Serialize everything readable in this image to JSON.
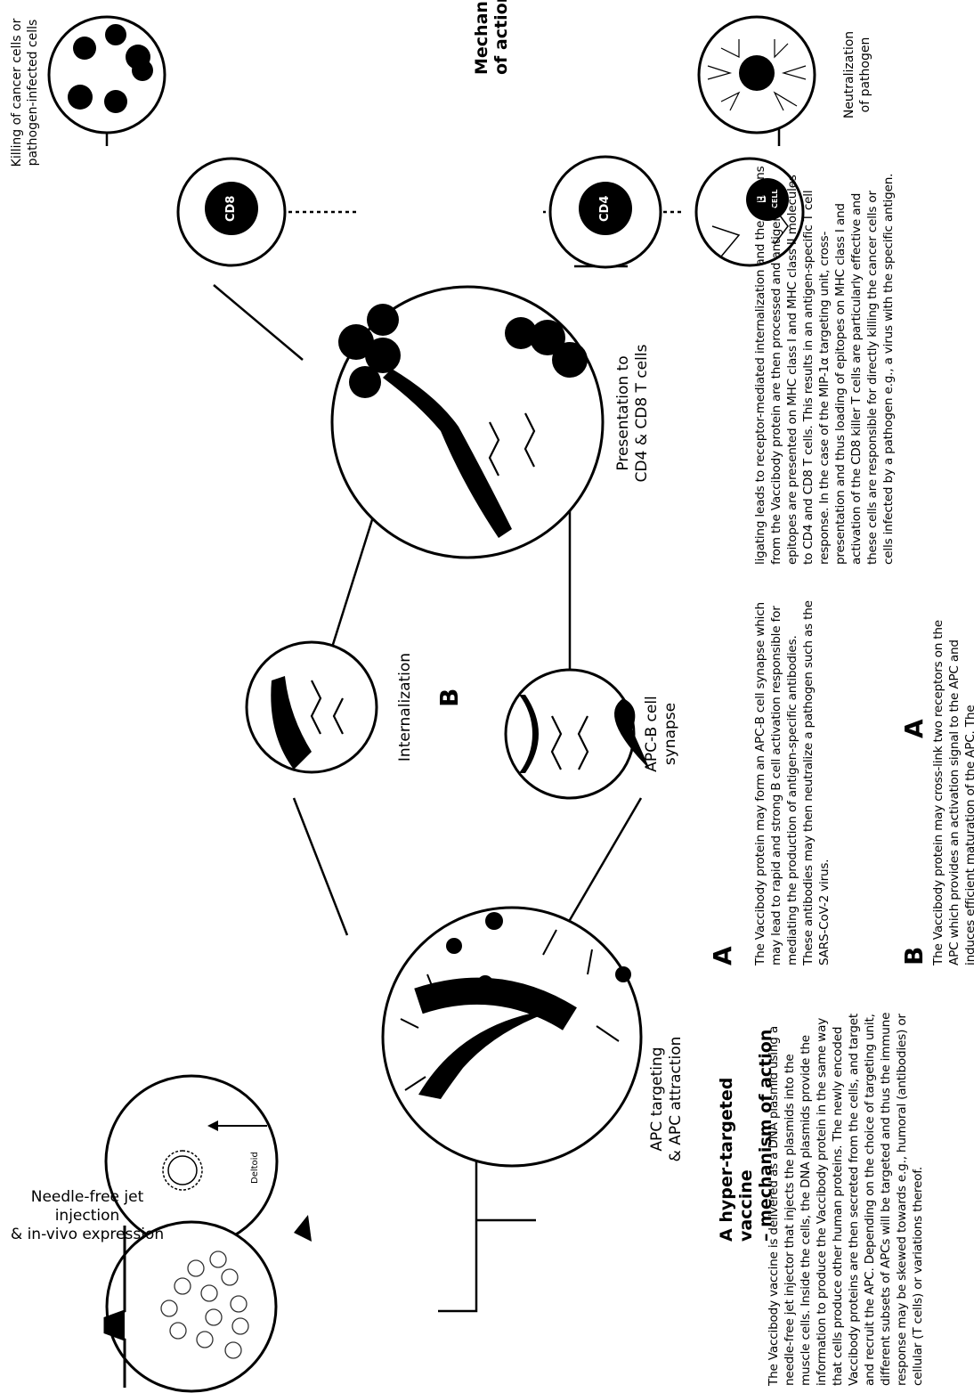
{
  "title": "Mechanism of action",
  "labels": {
    "injection": "Needle-free jet injection\n& in-vivo expression",
    "deltoid": "Deltoid",
    "apc_targeting": "APC targeting\n& APC attraction",
    "apc_b_synapse": "APC-B cell\nsynapse",
    "internalization": "Internalization",
    "presentation": "Presentation to\nCD4 & CD8 T cells",
    "neutralization": "Neutralization\nof pathogen",
    "killing": "Killing of cancer cells or\npathogen-infected cells",
    "path_a": "A",
    "path_b": "B",
    "b_cell_b": "B",
    "b_cell_cell": "CELL",
    "cd4": "CD4",
    "cd8": "CD8"
  },
  "main_section": {
    "heading": "A hyper-targeted vaccine\n– mechanism of action",
    "body": "The Vaccibody vaccine is delivered as a DNA plasmid using a needle-free jet injector that injects the plasmids into the muscle cells. Inside the cells, the DNA plasmids provide the information to produce the Vaccibody protein in the same way that cells produce other human proteins. The newly encoded Vaccibody proteins are then secreted from the cells, and target and recruit the APC. Depending on the choice of targeting unit, different subsets of APCs will be targeted and thus the immune response may be skewed towards e.g., humoral (antibodies) or cellular (T cells) or variations thereof."
  },
  "section_a": {
    "letter": "A",
    "body": "The Vaccibody protein may form an APC-B cell synapse which may lead to rapid and strong B cell activation responsible for mediating the production of antigen-specific antibodies. These antibodies may then neutralize a pathogen such as the SARS-CoV-2 virus."
  },
  "section_b": {
    "letter": "B",
    "body": "The Vaccibody protein may cross-link two receptors on the APC which provides an activation signal to the APC and induces efficient maturation of the APC. The"
  },
  "continued": {
    "body": "ligating leads to receptor-mediated internalization and the antigens from the Vaccibody protein are then processed and antigenic epitopes are presented on MHC class I and MHC class II molecules to CD4 and CD8 T cells. This results in an antigen-specific T cell response. In the case of the MIP-1α targeting unit, cross-presentation and thus loading of epitopes on MHC class I and activation of the CD8 killer T cells are particularly effective and these cells are responsible for directly killing the cancer cells or cells infected by a pathogen e.g., a virus with the specific antigen."
  }
}
